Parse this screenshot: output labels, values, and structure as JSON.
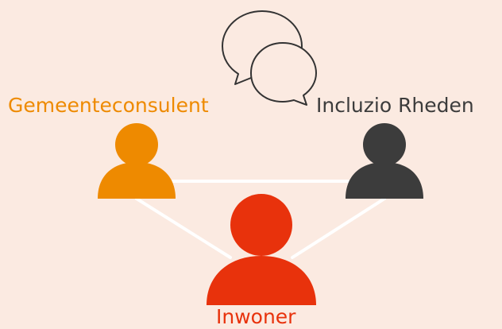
{
  "colors": {
    "background": "#fbeae1",
    "connector": "#ffffff",
    "bubble_stroke": "#333333",
    "bubble_fill": "#fbeae1"
  },
  "icon": "chat-bubbles-icon",
  "roles": [
    {
      "label": "Gemeenteconsulent",
      "icon": "person-icon",
      "color": "#ee8a00"
    },
    {
      "label": "Incluzio Rheden",
      "icon": "person-icon",
      "color": "#3c3c3c"
    },
    {
      "label": "Inwoner",
      "icon": "person-icon",
      "color": "#e8320c"
    }
  ]
}
